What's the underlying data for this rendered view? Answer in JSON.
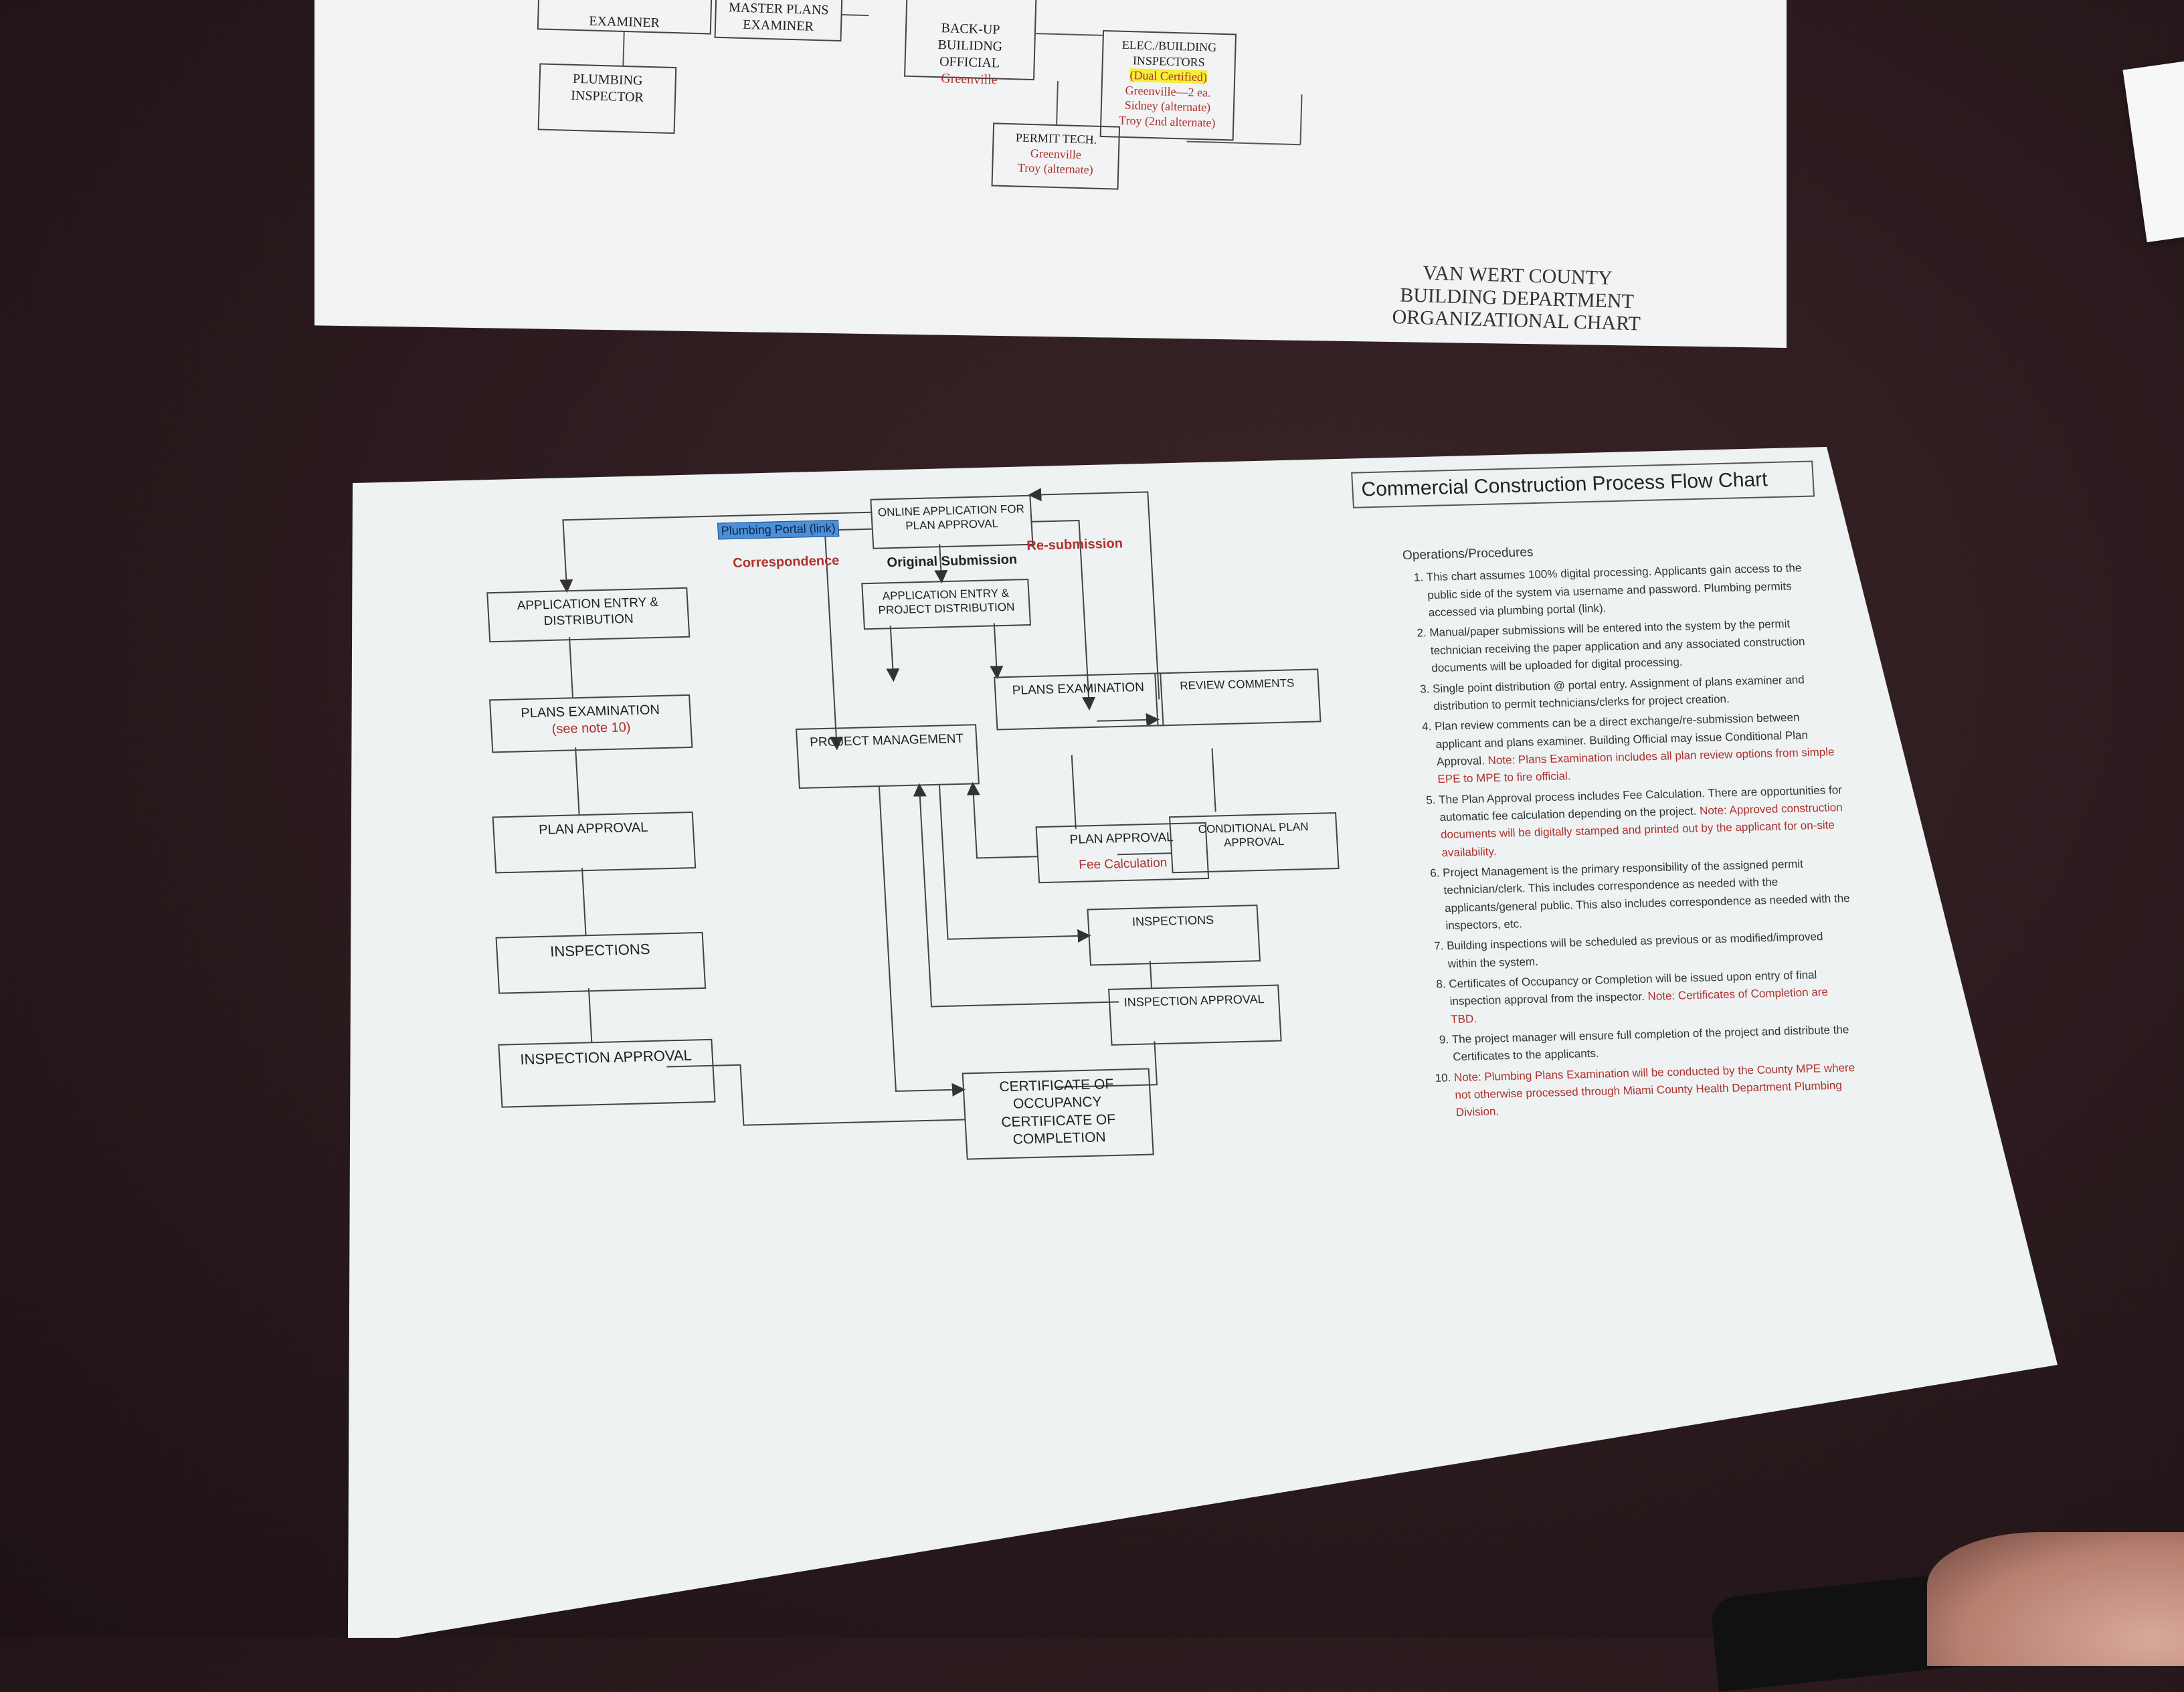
{
  "top_chart": {
    "boxes": {
      "examiner": "EXAMINER",
      "plumbing_inspector": [
        "PLUMBING",
        "INSPECTOR"
      ],
      "master_plans": [
        "MASTER PLANS",
        "EXAMINER"
      ],
      "backup": [
        "BACK-UP",
        "BUILIDNG",
        "OFFICIAL"
      ],
      "backup_loc": "Greenville",
      "elec": [
        "ELEC./BUILDING",
        "INSPECTORS"
      ],
      "elec_highlight": "(Dual Certified)",
      "elec_locs": [
        "Greenville—2 ea.",
        "Sidney (alternate)",
        "Troy (2nd alternate)"
      ],
      "permit": [
        "PERMIT TECH."
      ],
      "permit_locs": [
        "Greenville",
        "Troy (alternate)"
      ]
    },
    "title": [
      "VAN WERT COUNTY",
      "BUILDING DEPARTMENT",
      "ORGANIZATIONAL CHART"
    ]
  },
  "flow_chart": {
    "title": "Commercial Construction Process Flow Chart",
    "portal_link": "Plumbing Portal (link)",
    "labels": {
      "correspondence": "Correspondence",
      "original_submission": "Original Submission",
      "resubmission": "Re-submission"
    },
    "left_column": {
      "app_entry": [
        "APPLICATION ENTRY &",
        "DISTRIBUTION"
      ],
      "plans_exam": "PLANS EXAMINATION",
      "plans_exam_note": "(see note 10)",
      "plan_approval": "PLAN APPROVAL",
      "inspections": "INSPECTIONS",
      "inspection_approval": "INSPECTION APPROVAL"
    },
    "center": {
      "online_app": [
        "ONLINE APPLICATION FOR",
        "PLAN APPROVAL"
      ],
      "app_entry_proj": [
        "APPLICATION ENTRY &",
        "PROJECT DISTRIBUTION"
      ],
      "project_mgmt": "PROJECT MANAGEMENT",
      "plans_exam": "PLANS EXAMINATION",
      "review_comments": "REVIEW COMMENTS",
      "plan_approval": "PLAN APPROVAL",
      "fee_calc": "Fee Calculation",
      "conditional": [
        "CONDITIONAL PLAN",
        "APPROVAL"
      ],
      "inspections": "INSPECTIONS",
      "inspection_approval": "INSPECTION APPROVAL",
      "certificate": [
        "CERTIFICATE OF",
        "OCCUPANCY",
        "CERTIFICATE OF",
        "COMPLETION"
      ]
    },
    "operations": {
      "heading": "Operations/Procedures",
      "items": [
        {
          "text": "This chart assumes 100% digital processing.  Applicants gain access to the public side of the system via username and password.  Plumbing permits accessed via plumbing portal (link).",
          "note": ""
        },
        {
          "text": "Manual/paper submissions will be entered into the system by the permit technician receiving the paper application and any associated construction documents will be uploaded for digital processing.",
          "note": ""
        },
        {
          "text": "Single point distribution @ portal entry.  Assignment of plans examiner and distribution to permit technicians/clerks for project creation.",
          "note": ""
        },
        {
          "text": "Plan review comments can be a direct exchange/re-submission between applicant and plans examiner.  Building Official may issue Conditional Plan Approval.",
          "note": "Note:  Plans Examination includes all plan review options from simple EPE to MPE to fire official."
        },
        {
          "text": "The Plan Approval process includes Fee Calculation.  There are opportunities for automatic fee calculation depending on the project.",
          "note": "Note:  Approved construction documents will be digitally stamped and printed out by the applicant for on-site availability."
        },
        {
          "text": "Project Management is the primary responsibility of the assigned permit technician/clerk.  This includes correspondence as needed with the applicants/general public.  This also includes correspondence as needed with the inspectors, etc.",
          "note": ""
        },
        {
          "text": "Building inspections will be scheduled as previous or as modified/improved within the system.",
          "note": ""
        },
        {
          "text": "Certificates of Occupancy or Completion will be issued upon entry of final inspection approval from the inspector.",
          "note": "Note:  Certificates of Completion are TBD."
        },
        {
          "text": "The project manager will ensure full completion of the project and distribute the Certificates to the applicants.",
          "note": ""
        },
        {
          "text": "",
          "note": "Note:  Plumbing Plans Examination will be conducted by the County MPE where not otherwise processed through Miami County Health Department Plumbing Division."
        }
      ]
    }
  }
}
